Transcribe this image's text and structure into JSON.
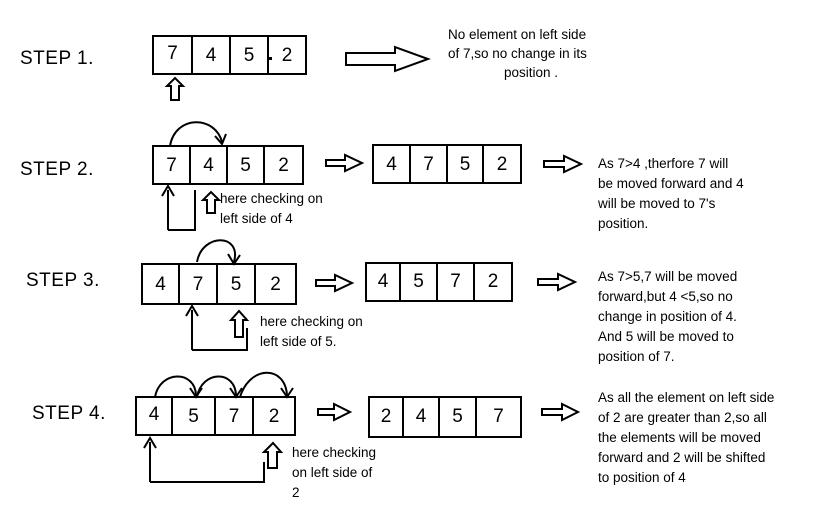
{
  "steps": [
    {
      "label": "STEP 1.",
      "array_before": [
        "7",
        "4",
        "5",
        "2"
      ],
      "array_after": [],
      "hint": "",
      "explanation": [
        "No element on left side",
        "of 7,so no change in its",
        "position ."
      ]
    },
    {
      "label": "STEP 2.",
      "array_before": [
        "7",
        "4",
        "5",
        "2"
      ],
      "array_after": [
        "4",
        "7",
        "5",
        "2"
      ],
      "hint": [
        "here checking on",
        "left side of 4"
      ],
      "explanation": [
        "As 7>4 ,therfore 7 will",
        "be moved forward and 4",
        "will be moved to 7's",
        "position."
      ]
    },
    {
      "label": "STEP 3.",
      "array_before": [
        "4",
        "7",
        "5",
        "2"
      ],
      "array_after": [
        "4",
        "5",
        "7",
        "2"
      ],
      "hint": [
        "here checking on",
        "left side of 5."
      ],
      "explanation": [
        "As 7>5,7 will be moved",
        "forward,but 4 <5,so no",
        "change in position of 4.",
        "And 5 will be moved to",
        "position of 7."
      ]
    },
    {
      "label": "STEP 4.",
      "array_before": [
        "4",
        "5",
        "7",
        "2"
      ],
      "array_after": [
        "2",
        "4",
        "5",
        "7"
      ],
      "hint": [
        "here checking",
        "on left side of",
        "2"
      ],
      "explanation": [
        "As all the element on left side",
        "of 2 are greater than 2,so all",
        "the elements will be moved",
        "forward and 2 will be shifted",
        "to position of 4"
      ]
    }
  ]
}
